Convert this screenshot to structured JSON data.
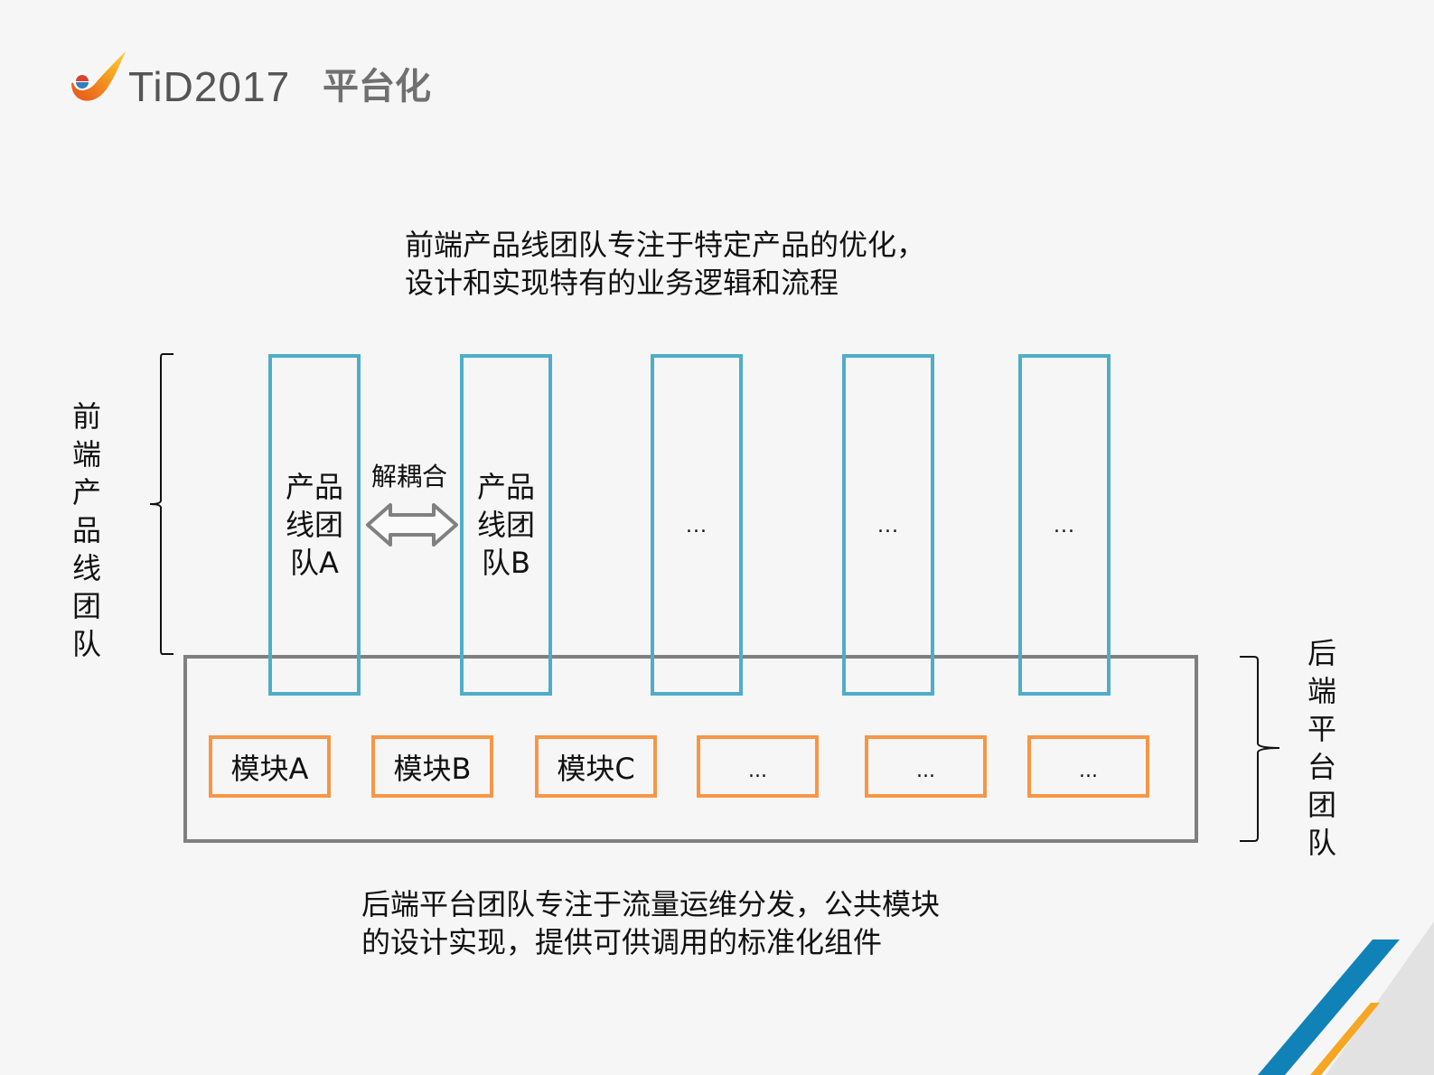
{
  "header": {
    "brand": "TiD2017",
    "title": "平台化",
    "logo_icon": "tid-flame-logo-icon"
  },
  "top_description": {
    "lines": [
      "前端产品线团队专注于特定产品的优化，",
      "设计和实现特有的业务逻辑和流程"
    ]
  },
  "bottom_description": {
    "lines": [
      "后端平台团队专注于流量运维分发，公共模块",
      "的设计实现，提供可供调用的标准化组件"
    ]
  },
  "left_label": {
    "chars": [
      "前",
      "端",
      "产",
      "品",
      "线",
      "团",
      "队"
    ],
    "text": "前端产品线团队"
  },
  "right_label": {
    "chars": [
      "后",
      "端",
      "平",
      "台",
      "团",
      "队"
    ],
    "text": "后端平台团队"
  },
  "front_teams": [
    {
      "label": "产品线团队A"
    },
    {
      "label": "产品线团队B"
    },
    {
      "label": "..."
    },
    {
      "label": "..."
    },
    {
      "label": "..."
    }
  ],
  "decoupling": {
    "label": "解耦合",
    "arrow_icon": "double-arrow-icon"
  },
  "modules": [
    {
      "label": "模块A"
    },
    {
      "label": "模块B"
    },
    {
      "label": "模块C"
    },
    {
      "label": "..."
    },
    {
      "label": "..."
    },
    {
      "label": "..."
    }
  ],
  "colors": {
    "front_team_border": "#4fadc8",
    "module_border": "#f79646",
    "backend_border": "#7f7f7f",
    "background": "#f6f6f6",
    "accent_blue": "#1182b8",
    "accent_orange": "#f5a623"
  }
}
